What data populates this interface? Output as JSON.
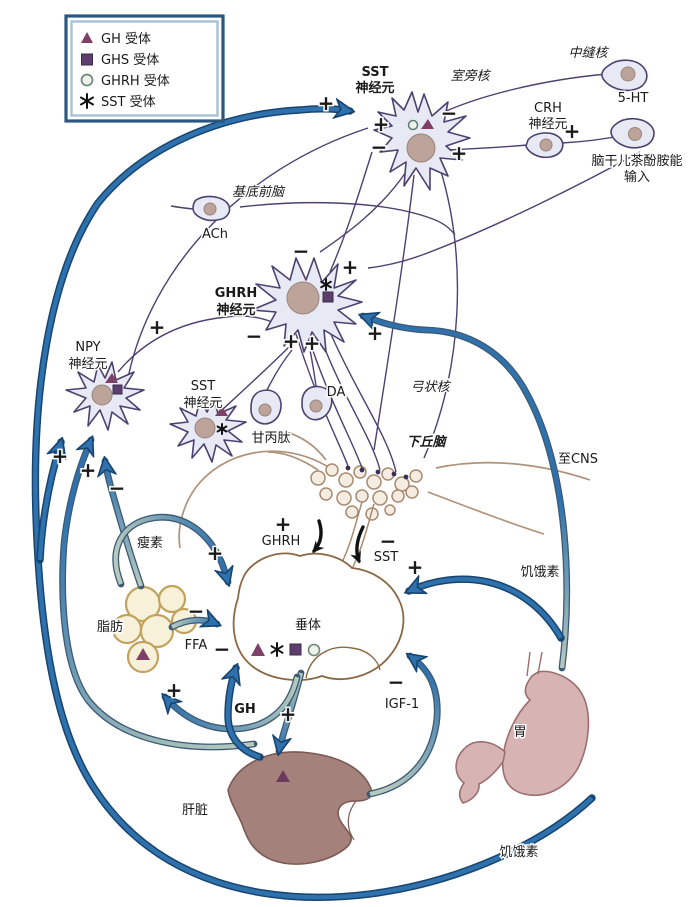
{
  "legend": {
    "items": [
      {
        "marker": "gh-receptor-triangle",
        "label": "GH 受体"
      },
      {
        "marker": "ghs-receptor-square",
        "label": "GHS 受体"
      },
      {
        "marker": "ghrh-receptor-circle",
        "label": "GHRH 受体"
      },
      {
        "marker": "sst-receptor-asterisk",
        "label": "SST 受体"
      }
    ]
  },
  "signs": {
    "plus": "+",
    "minus": "−"
  },
  "labels": {
    "sst_neuron": [
      "SST",
      "神经元"
    ],
    "pvn": "室旁核",
    "raphe": "中缝核",
    "five_ht": "5-HT",
    "crh_neuron": [
      "CRH",
      "神经元"
    ],
    "brainstem_input": [
      "脑干儿茶酚胺能",
      "输入"
    ],
    "basal_forebrain": "基底前脑",
    "ach": "ACh",
    "ghrh_neuron": [
      "GHRH",
      "神经元"
    ],
    "npy_neuron": [
      "NPY",
      "神经元"
    ],
    "sst_neuron2": [
      "SST",
      "神经元"
    ],
    "galanin": "甘丙肽",
    "da": "DA",
    "arcuate": "弓状核",
    "hypothalamus": "下丘脑",
    "to_cns": "至CNS",
    "leptin": "瘦素",
    "fat": "脂肪",
    "ffa": "FFA",
    "ghrh_hormone": "GHRH",
    "sst_hormone": "SST",
    "pituitary": "垂体",
    "ghrelin_mid": "饥饿素",
    "stomach": "胃",
    "gh_hormone": "GH",
    "igf1": "IGF-1",
    "liver": "肝脏",
    "ghrelin_bottom": "饥饿素"
  },
  "colors": {
    "arrow_blue": "#2e71ad",
    "arrow_outline": "#17456f",
    "gradient_sage": "#b6c9bd",
    "neuron_fill": "#e7eaf5",
    "neuron_outline": "#4c4170",
    "nucleus": "#bca49b",
    "receptor_purple": "#7d4066",
    "receptor_square": "#5d3f6e",
    "legend_border": "#2b567f",
    "fat_fill": "#f8f1d9",
    "fat_outline": "#c2a25c",
    "liver_fill": "#a5817b",
    "stomach_fill": "#d7b3b3",
    "vascular_tan": "#b0937c"
  }
}
